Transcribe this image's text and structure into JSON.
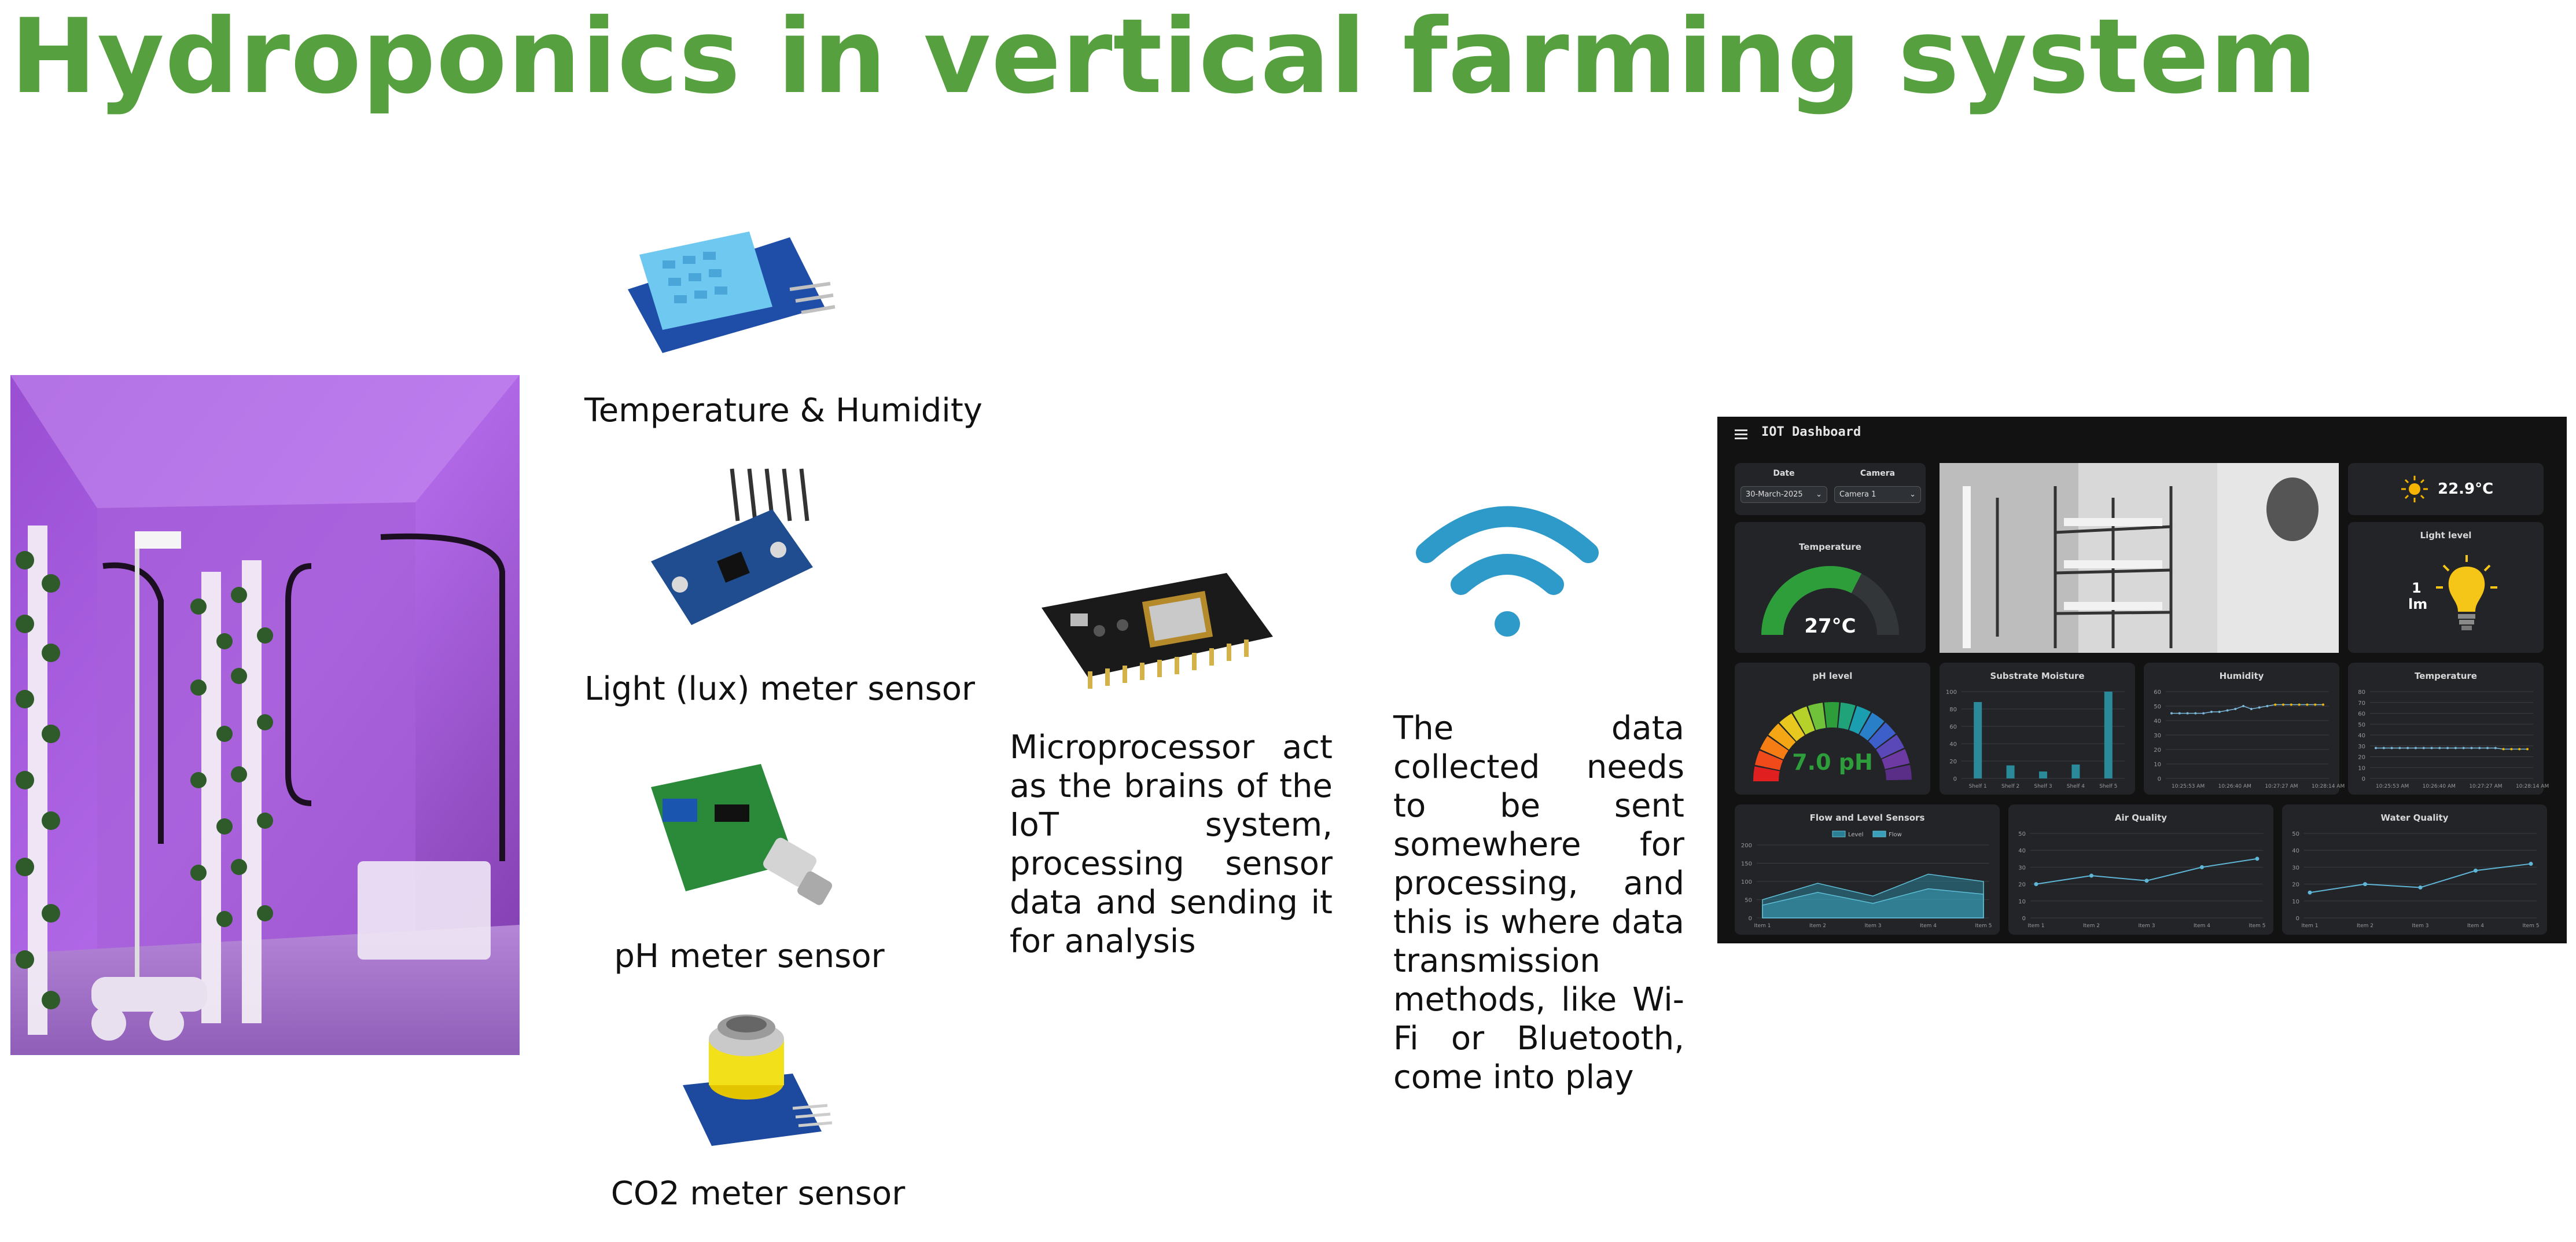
{
  "title": "Hydroponics in vertical farming system",
  "sensors": [
    {
      "label": "Temperature & Humidity",
      "icon": "temperature-humidity-sensor-icon"
    },
    {
      "label": "Light (lux) meter sensor",
      "icon": "light-sensor-icon"
    },
    {
      "label": "pH meter sensor",
      "icon": "ph-sensor-icon"
    },
    {
      "label": "CO2 meter sensor",
      "icon": "co2-sensor-icon"
    }
  ],
  "microprocessor": {
    "text": "Microprocessor act as the brains of the IoT system, processing sensor data and sending it for analysis"
  },
  "transmission": {
    "text": "The data collected needs to be sent somewhere for processing, and this is where data transmission methods, like Wi-Fi or Bluetooth, come into play"
  },
  "colors": {
    "title": "#56a040",
    "wifi": "#2e9ac9",
    "dash_bg": "#121212",
    "card": "#222428",
    "accent": "#2b8a99",
    "gauge_green": "#2e9e3a",
    "bulb": "#f5c518"
  },
  "dashboard": {
    "title": "IOT Dashboard",
    "date": {
      "label": "Date",
      "value": "30-March-2025"
    },
    "camera": {
      "label": "Camera",
      "value": "Camera 1"
    },
    "weather": {
      "value": "22.9°C"
    },
    "light": {
      "title": "Light level",
      "value": "1",
      "unit": "lm"
    },
    "temperature_gauge": {
      "title": "Temperature",
      "value": "27°C",
      "fraction": 0.65
    },
    "ph": {
      "title": "pH level",
      "value": "7.0 pH",
      "fraction": 0.5
    }
  },
  "chart_data": [
    {
      "type": "bar",
      "title": "Substrate Moisture",
      "categories": [
        "Shelf 1",
        "Shelf 2",
        "Shelf 3",
        "Shelf 4",
        "Shelf 5"
      ],
      "values": [
        88,
        15,
        8,
        16,
        100
      ],
      "ylim": [
        0,
        100
      ],
      "yticks": [
        0,
        20,
        40,
        60,
        80,
        100
      ]
    },
    {
      "type": "line",
      "title": "Humidity",
      "x": [
        "10:25:53 AM",
        "10:26:40 AM",
        "10:27:27 AM",
        "10:28:14 AM"
      ],
      "series": [
        {
          "values": [
            45,
            45,
            45,
            45,
            45,
            46,
            46,
            47,
            48,
            50,
            48,
            49,
            50,
            51,
            51,
            51,
            51,
            51,
            51,
            51
          ]
        }
      ],
      "ylim": [
        0,
        60
      ],
      "yticks": [
        0,
        10,
        20,
        30,
        40,
        50,
        60
      ]
    },
    {
      "type": "line",
      "title": "Temperature",
      "x": [
        "10:25:53 AM",
        "10:26:40 AM",
        "10:27:27 AM",
        "10:28:14 AM"
      ],
      "series": [
        {
          "values": [
            28,
            28,
            28,
            28,
            28,
            28,
            28,
            28,
            28,
            28,
            28,
            28,
            28,
            28,
            28,
            28,
            27,
            27,
            27,
            27
          ]
        }
      ],
      "ylim": [
        0,
        80
      ],
      "yticks": [
        0,
        10,
        20,
        30,
        40,
        50,
        60,
        70,
        80
      ]
    },
    {
      "type": "area",
      "title": "Flow and Level Sensors",
      "categories": [
        "Item 1",
        "Item 2",
        "Item 3",
        "Item 4",
        "Item 5"
      ],
      "series": [
        {
          "name": "Level",
          "values": [
            50,
            95,
            60,
            120,
            100
          ]
        },
        {
          "name": "Flow",
          "values": [
            35,
            70,
            40,
            80,
            65
          ]
        }
      ],
      "ylim": [
        0,
        200
      ],
      "yticks": [
        0,
        50,
        100,
        150,
        200
      ]
    },
    {
      "type": "line",
      "title": "Air Quality",
      "categories": [
        "Item 1",
        "Item 2",
        "Item 3",
        "Item 4",
        "Item 5"
      ],
      "series": [
        {
          "values": [
            20,
            25,
            22,
            30,
            35
          ]
        }
      ],
      "ylim": [
        0,
        50
      ],
      "yticks": [
        0,
        10,
        20,
        30,
        40,
        50
      ]
    },
    {
      "type": "line",
      "title": "Water Quality",
      "categories": [
        "Item 1",
        "Item 2",
        "Item 3",
        "Item 4",
        "Item 5"
      ],
      "series": [
        {
          "values": [
            15,
            20,
            18,
            28,
            32
          ]
        }
      ],
      "ylim": [
        0,
        50
      ],
      "yticks": [
        0,
        10,
        20,
        30,
        40,
        50
      ]
    }
  ]
}
